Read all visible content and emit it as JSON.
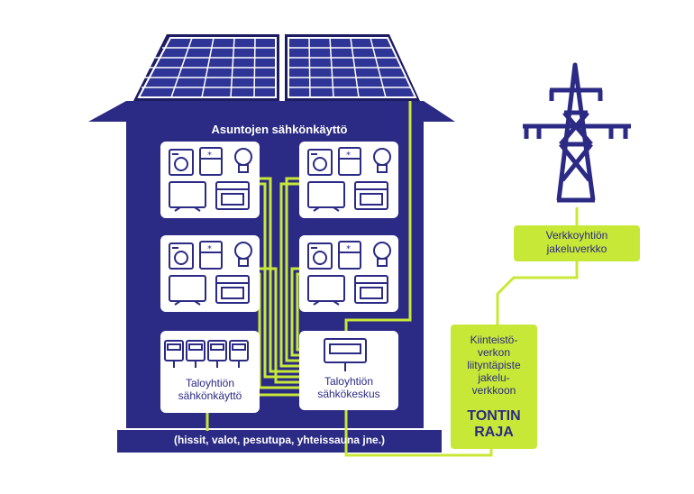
{
  "colors": {
    "house_navy": "#2b2a84",
    "lime": "#c8e838",
    "panel_blue": "#2f3596",
    "white": "#ffffff"
  },
  "house": {
    "title": "Asuntojen sähkönkäyttö",
    "footer": "(hissit, valot, pesutupa, yhteissauna jne.)",
    "apartments": [
      {
        "name": "apartment-top-left",
        "icons": [
          "washing-machine-icon",
          "fridge-icon",
          "lightbulb-icon",
          "tv-icon",
          "stove-icon"
        ]
      },
      {
        "name": "apartment-top-right",
        "icons": [
          "washing-machine-icon",
          "fridge-icon",
          "lightbulb-icon",
          "tv-icon",
          "stove-icon"
        ]
      },
      {
        "name": "apartment-bottom-left",
        "icons": [
          "washing-machine-icon",
          "fridge-icon",
          "lightbulb-icon",
          "tv-icon",
          "stove-icon"
        ]
      },
      {
        "name": "apartment-bottom-right",
        "icons": [
          "washing-machine-icon",
          "fridge-icon",
          "lightbulb-icon",
          "tv-icon",
          "stove-icon"
        ]
      }
    ],
    "common_use": "Taloyhtiön sähkönkäyttö",
    "main_board": "Taloyhtiön sähkökeskus"
  },
  "grid": {
    "distribution": "Verkkoyhtiön jakeluverkko",
    "connection_point": "Kiinteistö-verkon liityntäpiste jakelu-verkkoon",
    "boundary": "TONTIN RAJA"
  }
}
